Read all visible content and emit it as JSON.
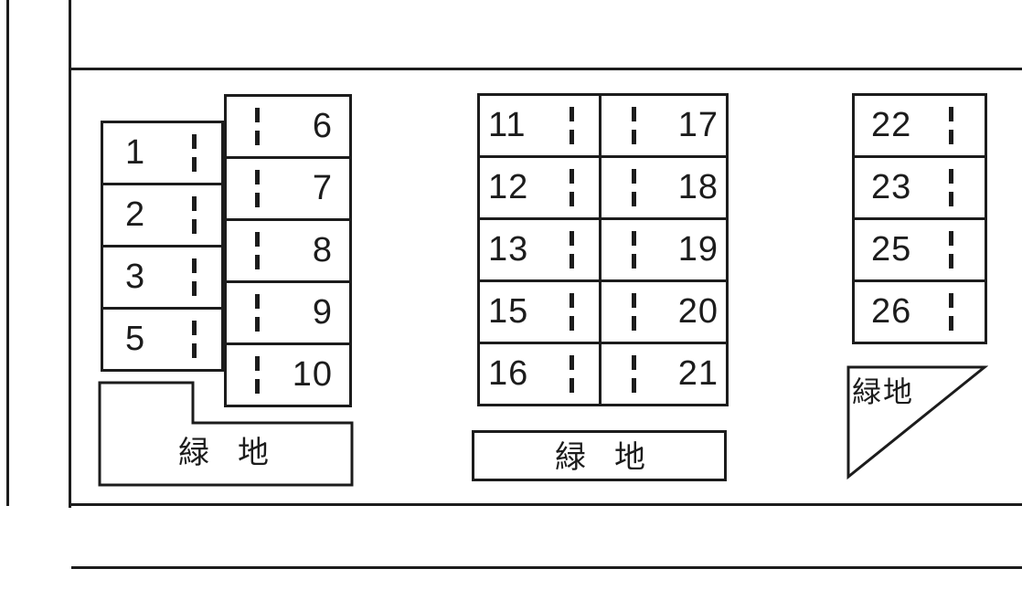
{
  "colors": {
    "ink": "#1c1c1c",
    "paper": "#ffffff"
  },
  "diagram": {
    "kind": "parking-lot-layout",
    "groups": [
      {
        "id": "left-column-a",
        "number_side": "left",
        "stalls": [
          "1",
          "2",
          "3",
          "5"
        ]
      },
      {
        "id": "left-column-b",
        "number_side": "right",
        "stalls": [
          "6",
          "7",
          "8",
          "9",
          "10"
        ]
      },
      {
        "id": "middle-column-left",
        "number_side": "left",
        "stalls": [
          "11",
          "12",
          "13",
          "15",
          "16"
        ]
      },
      {
        "id": "middle-column-right",
        "number_side": "right",
        "stalls": [
          "17",
          "18",
          "19",
          "20",
          "21"
        ]
      },
      {
        "id": "right-column",
        "number_side": "left",
        "stalls": [
          "22",
          "23",
          "25",
          "26"
        ]
      }
    ],
    "green_areas": [
      {
        "id": "left-green",
        "shape": "l-shape",
        "label": "緑地"
      },
      {
        "id": "middle-green",
        "shape": "rectangle",
        "label": "緑地"
      },
      {
        "id": "right-green",
        "shape": "triangle",
        "label": "緑地"
      }
    ]
  }
}
